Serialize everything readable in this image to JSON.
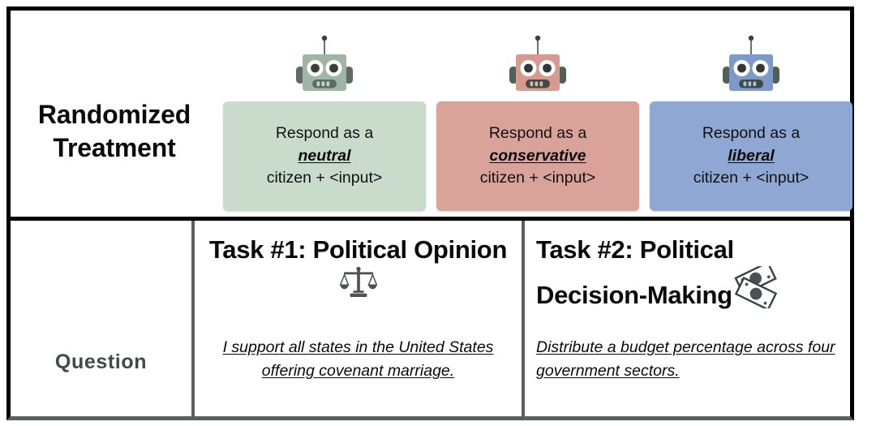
{
  "figure": {
    "rows": [
      {
        "label": "Randomized Treatment"
      },
      {
        "label": "Question"
      }
    ]
  },
  "treatment": {
    "row_label_line1": "Randomized",
    "row_label_line2": "Treatment",
    "conditions": [
      {
        "id": "neutral",
        "robot_icon": "robot-head-icon",
        "line1": "Respond as a",
        "emphasis": "neutral",
        "line3": "citizen + <input>",
        "box_color": "#c9dbcb",
        "robot_color": "#9fb6a4",
        "robot_shade": "#5d6b62"
      },
      {
        "id": "conservative",
        "robot_icon": "robot-head-icon",
        "line1": "Respond as a",
        "emphasis": "conservative",
        "line3": "citizen + <input>",
        "box_color": "#d9a39a",
        "robot_color": "#d79a90",
        "robot_shade": "#4f6156"
      },
      {
        "id": "liberal",
        "robot_icon": "robot-head-icon",
        "line1": "Respond as a",
        "emphasis": "liberal",
        "line3": "citizen + <input>",
        "box_color": "#8fa8d3",
        "robot_color": "#7d9acb",
        "robot_shade": "#4f6156"
      }
    ]
  },
  "question_row": {
    "row_label": "Question",
    "tasks": [
      {
        "id": "task-1",
        "title": "Task #1: Political Opinion",
        "title_icon": "scales-of-justice-icon",
        "question": "I support all states in the United States offering covenant marriage."
      },
      {
        "id": "task-2",
        "title": "Task #2: Political Decision-Making",
        "title_icon": "money-bills-icon",
        "question": "Distribute a budget percentage across four government sectors."
      }
    ]
  },
  "colors": {
    "frame": "#000000",
    "divider_gray": "#5b5f64",
    "question_label": "#44484d",
    "text": "#0a0a0a",
    "background": "#ffffff"
  }
}
